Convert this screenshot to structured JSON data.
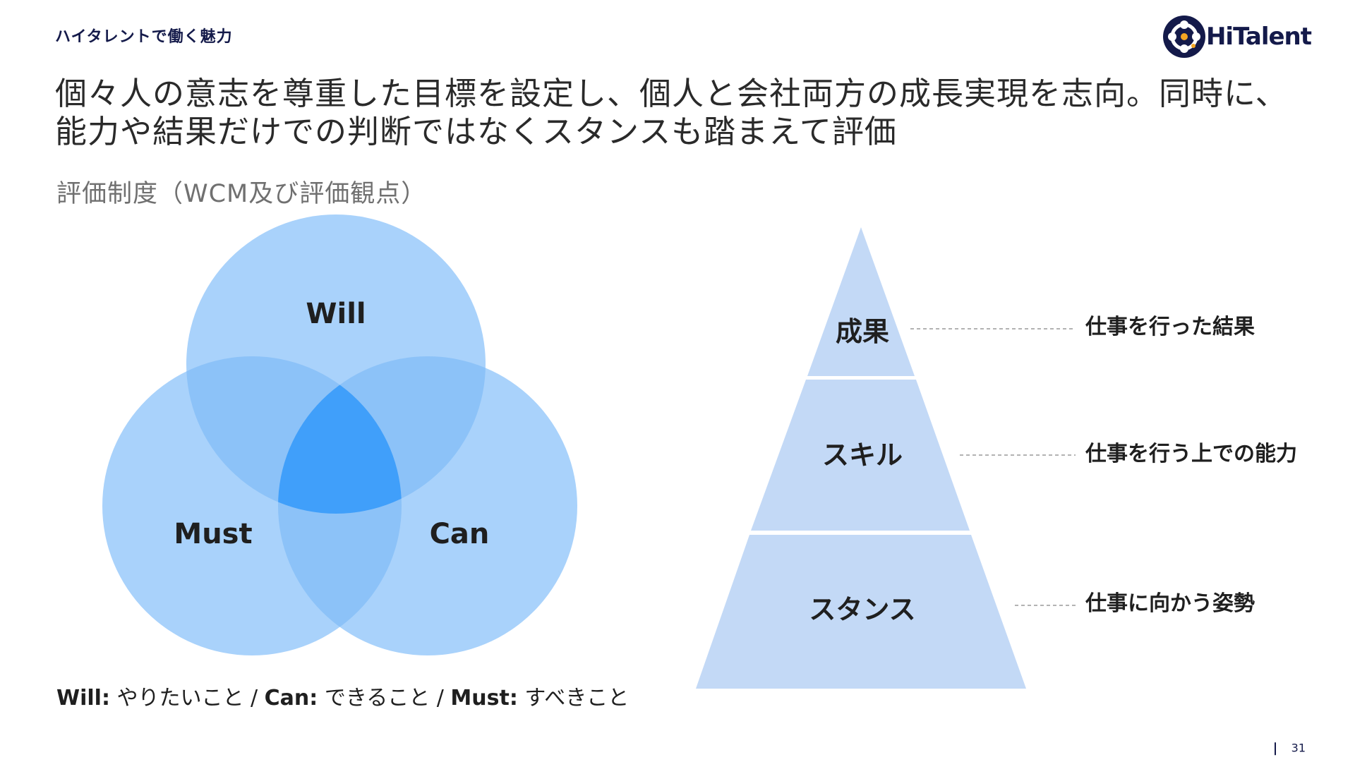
{
  "header": {
    "section_label": "ハイタレントで働く魅力",
    "logo_text": "HiTalent"
  },
  "headline": {
    "line1": "個々人の意志を尊重した目標を設定し、個人と会社両方の成長実現を志向。同時に、",
    "line2": "能力や結果だけでの判断ではなくスタンスも踏まえて評価"
  },
  "sub_heading": "評価制度（WCM及び評価観点）",
  "venn": {
    "circles": [
      {
        "label": "Will"
      },
      {
        "label": "Must"
      },
      {
        "label": "Can"
      }
    ],
    "colors": {
      "circle": "#a9d2fb",
      "overlap": "#8cc2f8",
      "center": "#409ffa"
    }
  },
  "caption": {
    "will_key": "Will:",
    "will_text": " やりたいこと / ",
    "can_key": "Can:",
    "can_text": " できること / ",
    "must_key": "Must:",
    "must_text": " すべきこと"
  },
  "pyramid": {
    "color": "#c3d9f6",
    "levels": [
      {
        "label": "成果",
        "description": "仕事を行った結果"
      },
      {
        "label": "スキル",
        "description": "仕事を行う上での能力"
      },
      {
        "label": "スタンス",
        "description": "仕事に向かう姿勢"
      }
    ]
  },
  "footer": {
    "page_number": "31"
  },
  "colors": {
    "brand_navy": "#141a4a",
    "brand_orange": "#f5a623"
  }
}
